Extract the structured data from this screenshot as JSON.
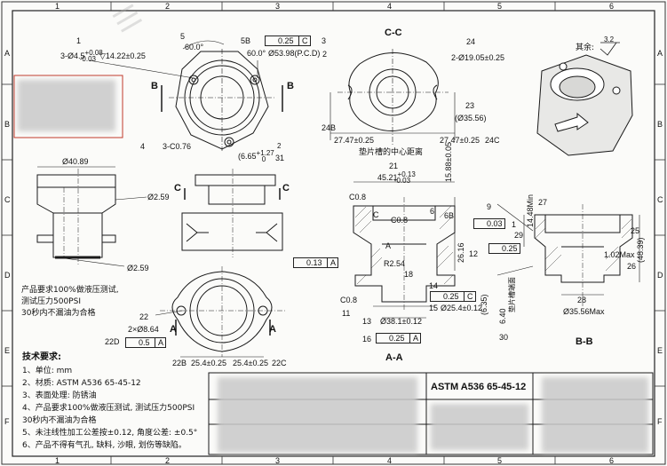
{
  "border": {
    "col_marks": [
      "1",
      "2",
      "3",
      "4",
      "5",
      "6"
    ],
    "row_marks": [
      "A",
      "B",
      "C",
      "D",
      "E",
      "F"
    ]
  },
  "top_left": {
    "balloon_1": "1",
    "bore_dim": "3-Ø4.5",
    "bore_tol_upper": "+0.08",
    "bore_tol_lower": "-0.03",
    "bore_depth": "▽14.22±0.25",
    "balloon_5": "5",
    "angle_1": "60.0°",
    "angle_2": "60.0°",
    "balloon_5b": "5B",
    "pos_tol_value": "0.25",
    "pos_tol_datum": "C",
    "balloon_3": "3",
    "pcd": "Ø53.98(P.C.D)",
    "balloon_2": "2",
    "section_b_left": "B",
    "section_b_right": "B",
    "balloon_4": "4",
    "chamfer": "3-C0.76",
    "dim_665": "(6.65",
    "dim_665_tol": "+1.27",
    "dim_665_tol2": "0",
    "balloon_31": "31",
    "delta_2": "2"
  },
  "cc": {
    "title": "C-C",
    "balloon_24": "24",
    "hole_dim": "2-Ø19.05±0.25",
    "balloon_23": "23",
    "ref_dim": "(Ø35.56)",
    "balloon_24b": "24B",
    "dim_left": "27.47±0.25",
    "dim_right": "27.47±0.25",
    "balloon_24c": "24C",
    "note": "垫片槽的中心距离"
  },
  "iso": {
    "rest_label": "其余:",
    "roughness": "3.2"
  },
  "mid_left": {
    "dia_top": "Ø40.89",
    "dim_259_a": "Ø2.59",
    "dim_259_b": "Ø2.59",
    "section_c_left": "C",
    "section_c_right": "C",
    "test_note_1": "产品要求100%做液压测试,",
    "test_note_2": "测试压力500PSI",
    "test_note_3": "30秒内不漏油为合格"
  },
  "bottom_left": {
    "balloon_22": "22",
    "hole_dim": "2×Ø8.64",
    "balloon_22d": "22D",
    "pos_tol_value": "0.5",
    "pos_tol_datum": "A",
    "section_a_left": "A",
    "section_a_right": "A",
    "balloon_22b": "22B",
    "dim_left": "25.4±0.25",
    "dim_right": "25.4±0.25",
    "balloon_22c": "22C"
  },
  "aa": {
    "title": "A-A",
    "balloon_21": "21",
    "dim_width": "45.21",
    "dim_width_tol_u": "+0.13",
    "dim_width_tol_l": "-0.03",
    "dim_height": "15.88±0.05",
    "chamfer_top": "C0.8",
    "chamfer_mid": "C0.8",
    "balloon_6": "6",
    "balloon_6b": "6B",
    "balloon_9": "9",
    "flat_value": "0.03",
    "balloon_1b": "1",
    "datum_c": "C",
    "datum_a": "A",
    "dim_2616": "26.16",
    "balloon_12": "12",
    "balloon_29": "29",
    "flat2_value": "0.25",
    "perp_value": "0.13",
    "perp_datum": "A",
    "radius": "R2.54",
    "balloon_18": "18",
    "balloon_14": "14",
    "circ_value": "0.25",
    "circ_datum": "C",
    "balloon_15": "15",
    "dia_254": "Ø25.4±0.12",
    "chamfer_bot": "C0.8",
    "balloon_11": "11",
    "balloon_13": "13",
    "dia_381": "Ø38.1±0.12",
    "dim_635": "(6.35)",
    "balloon_16": "16",
    "circ2_value": "0.25",
    "circ2_datum": "A",
    "dim_640": "6.40",
    "balloon_30": "30",
    "groove_note": "垫片槽端面"
  },
  "bb": {
    "title": "B-B",
    "dim_1448": "14.48Min",
    "balloon_27": "27",
    "balloon_25": "25",
    "dim_4839": "(48.39)",
    "dim_102": "1.02Max",
    "balloon_26": "26",
    "balloon_28": "28",
    "dia_3556": "Ø35.56Max"
  },
  "tech": {
    "heading": "技术要求:",
    "items": [
      "1、单位: mm",
      "2、材质: ASTM A536 65-45-12",
      "3、表面处理: 防锈油",
      "4、产品要求100%做液压测试, 测试压力500PSI",
      "   30秒内不漏油为合格",
      "5、未注线性加工公差按±0.12, 角度公差: ±0.5°",
      "6、产品不得有气孔, 缺料, 沙眼, 划伤等缺陷。"
    ]
  },
  "title_block": {
    "material": "ASTM A536 65-45-12"
  },
  "colors": {
    "line": "#1a1a1a",
    "red": "#c0392b",
    "watermark": "#aaaaaa"
  }
}
